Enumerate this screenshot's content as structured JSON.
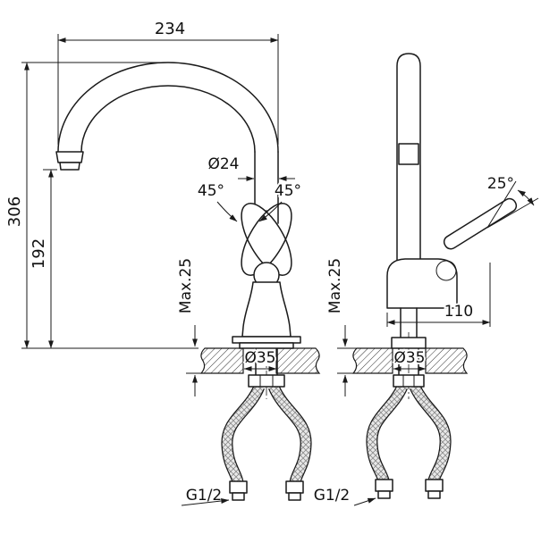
{
  "colors": {
    "line": "#1a1a1a",
    "background": "#ffffff",
    "hose_fill": "#e9e9e9"
  },
  "front_view": {
    "width_label": "234",
    "height_label": "306",
    "spout_height_label": "192",
    "spout_diameter_label": "Ø24",
    "handle_angle_left_label": "45°",
    "handle_angle_right_label": "45°",
    "max_thickness_label": "Max.25",
    "hole_diameter_label": "Ø35",
    "thread_label": "G1/2"
  },
  "side_view": {
    "depth_label": "110",
    "lever_angle_label": "25°",
    "max_thickness_label": "Max.25",
    "hole_diameter_label": "Ø35",
    "thread_label": "G1/2"
  }
}
